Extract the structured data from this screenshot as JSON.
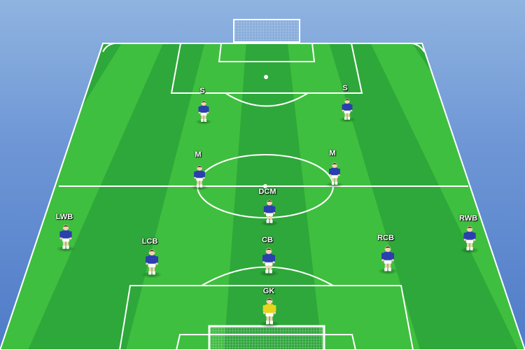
{
  "colors": {
    "sky_top": "#8fb4e0",
    "sky_bottom": "#4f7cc8",
    "grass_light": "#3fbf3f",
    "grass_dark": "#2ea83a",
    "lines": "#ffffff",
    "player_shirt": "#2b3fae",
    "goalkeeper_shirt": "#e8d51a",
    "shorts": "#ffffff"
  },
  "players": [
    {
      "label": "S",
      "icon": "outfield-player-icon"
    },
    {
      "label": "S",
      "icon": "outfield-player-icon"
    },
    {
      "label": "M",
      "icon": "outfield-player-icon"
    },
    {
      "label": "M",
      "icon": "outfield-player-icon"
    },
    {
      "label": "DCM",
      "icon": "outfield-player-icon"
    },
    {
      "label": "LWB",
      "icon": "outfield-player-icon"
    },
    {
      "label": "RWB",
      "icon": "outfield-player-icon"
    },
    {
      "label": "LCB",
      "icon": "outfield-player-icon"
    },
    {
      "label": "CB",
      "icon": "outfield-player-icon"
    },
    {
      "label": "RCB",
      "icon": "outfield-player-icon"
    },
    {
      "label": "GK",
      "icon": "goalkeeper-icon"
    }
  ]
}
